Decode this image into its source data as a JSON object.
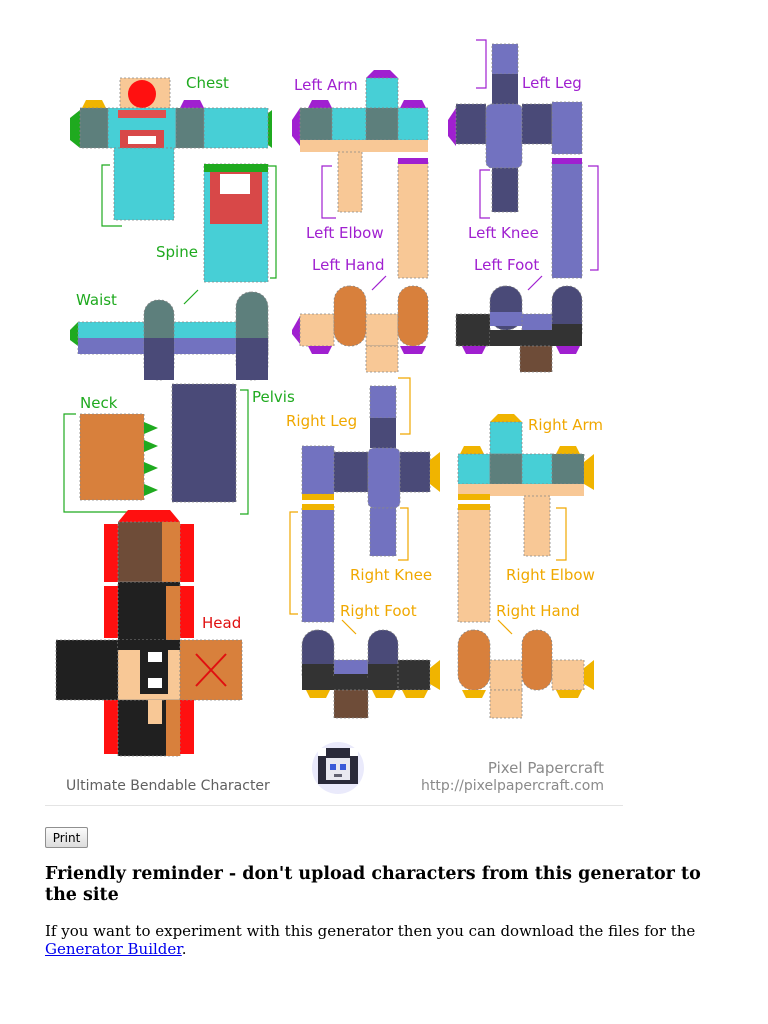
{
  "labels": {
    "chest": "Chest",
    "spine": "Spine",
    "waist": "Waist",
    "neck": "Neck",
    "pelvis": "Pelvis",
    "head": "Head",
    "left_arm": "Left Arm",
    "left_elbow": "Left Elbow",
    "left_hand": "Left Hand",
    "left_leg": "Left Leg",
    "left_knee": "Left Knee",
    "left_foot": "Left Foot",
    "right_leg": "Right Leg",
    "right_knee": "Right Knee",
    "right_foot": "Right Foot",
    "right_arm": "Right Arm",
    "right_elbow": "Right Elbow",
    "right_hand": "Right Hand"
  },
  "footer": {
    "title": "Ultimate Bendable Character",
    "brand": "Pixel Papercraft",
    "url": "http://pixelpapercraft.com"
  },
  "print_button": "Print",
  "reminder": "Friendly reminder - don't upload characters from this generator to the site",
  "info": {
    "text_before": "If you want to experiment with this generator then you can download the files for the ",
    "link": "Generator Builder",
    "text_after": "."
  },
  "colors": {
    "label_green": "#1faa1f",
    "label_purple": "#a020d0",
    "label_orange": "#f0a800",
    "label_red": "#e01010",
    "shirt_cyan": "#47cfd6",
    "shirt_gray": "#5d7f7c",
    "pants_blue": "#7272c0",
    "pants_dark": "#4a4a78",
    "skin": "#f8c896",
    "skin_dark": "#d8803c",
    "shoe": "#333333",
    "hair": "#202020"
  },
  "icons": [
    "pixel-avatar-icon",
    "red-x-mark"
  ]
}
